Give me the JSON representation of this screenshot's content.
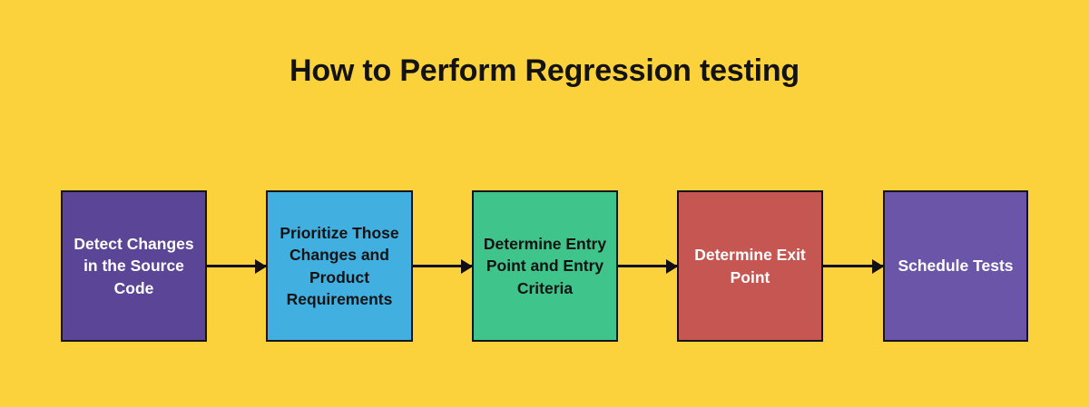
{
  "background_color": "#FCD23C",
  "title": "How to Perform Regression testing",
  "flow": {
    "arrow_color": "#121016",
    "border_color": "#16131b",
    "steps": [
      {
        "label": "Detect Changes in the Source Code",
        "fill": "#5B4596",
        "text_color": "#FFFFFF"
      },
      {
        "label": "Prioritize Those Changes and Product Requirements",
        "fill": "#41B0E0",
        "text_color": "#131313"
      },
      {
        "label": "Determine Entry Point and Entry Criteria",
        "fill": "#3FC48B",
        "text_color": "#131313"
      },
      {
        "label": "Determine Exit Point",
        "fill": "#C55651",
        "text_color": "#FFFFFF"
      },
      {
        "label": "Schedule Tests",
        "fill": "#6B55A8",
        "text_color": "#FFFFFF"
      }
    ],
    "connectors": [
      {
        "name": "arrow-icon-1"
      },
      {
        "name": "arrow-icon-2"
      },
      {
        "name": "arrow-icon-3"
      },
      {
        "name": "arrow-icon-4"
      }
    ]
  }
}
